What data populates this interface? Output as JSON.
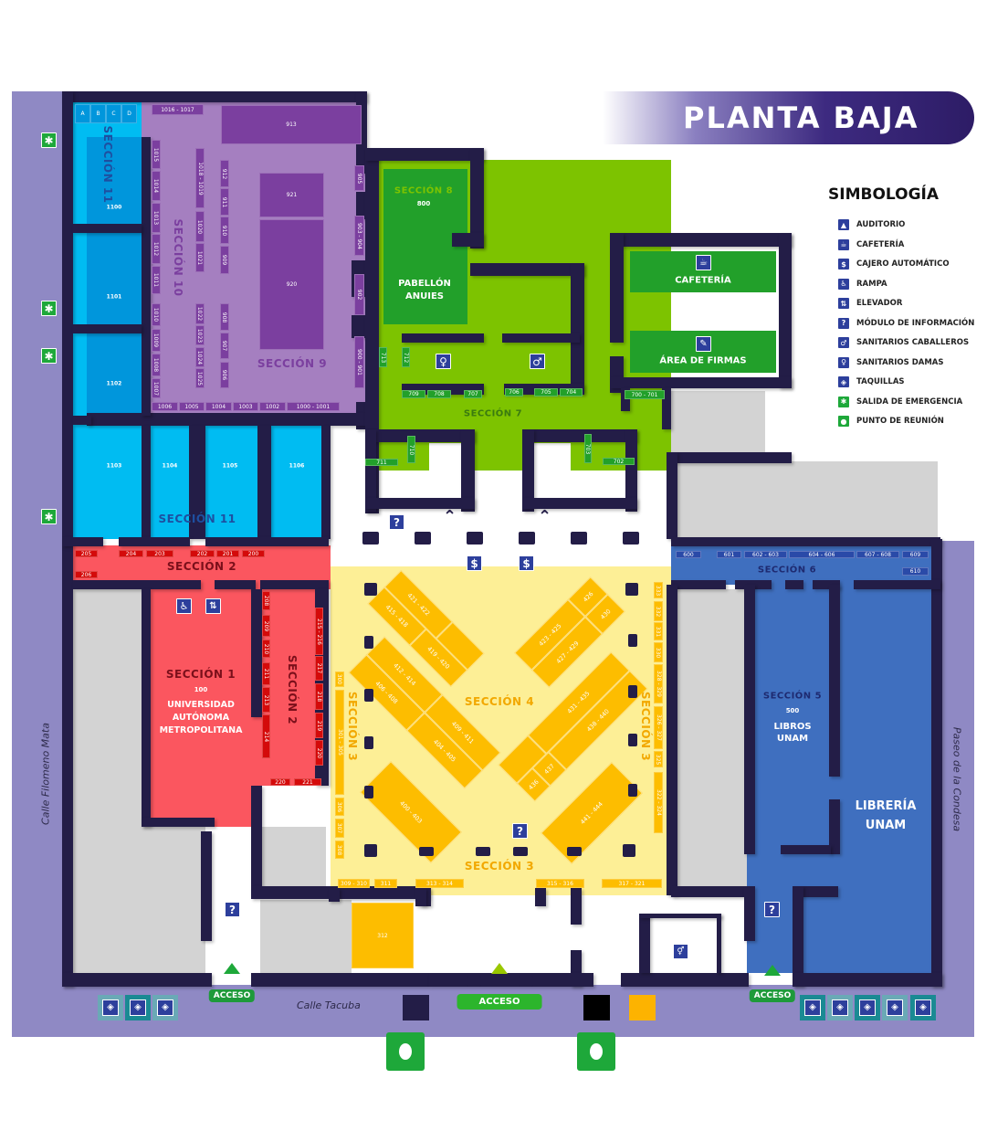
{
  "header": {
    "title": "PLANTA BAJA"
  },
  "legend": {
    "title": "SIMBOLOGÍA",
    "items": [
      {
        "label": "AUDITORIO",
        "icon": "auditorium-icon"
      },
      {
        "label": "CAFETERÍA",
        "icon": "coffee-icon"
      },
      {
        "label": "CAJERO AUTOMÁTICO",
        "icon": "atm-icon"
      },
      {
        "label": "RAMPA",
        "icon": "ramp-icon"
      },
      {
        "label": "ELEVADOR",
        "icon": "elevator-icon"
      },
      {
        "label": "MÓDULO DE INFORMACIÓN",
        "icon": "info-icon"
      },
      {
        "label": "SANITARIOS CABALLEROS",
        "icon": "mens-restroom-icon"
      },
      {
        "label": "SANITARIOS DAMAS",
        "icon": "womens-restroom-icon"
      },
      {
        "label": "TAQUILLAS",
        "icon": "ticket-icon"
      },
      {
        "label": "SALIDA DE EMERGENCIA",
        "icon": "emergency-exit-icon"
      },
      {
        "label": "PUNTO DE REUNIÓN",
        "icon": "meeting-point-icon"
      }
    ]
  },
  "streets": {
    "left": "Calle Filomeno Mata",
    "bottom": "Calle Tacuba",
    "right": "Paseo de la Condesa"
  },
  "sections": {
    "s1": {
      "title": "SECCIÓN 1",
      "number": "100",
      "name": "UNIVERSIDAD AUTÓNOMA METROPOLITANA"
    },
    "s2": "SECCIÓN 2",
    "s3": "SECCIÓN 3",
    "s4": "SECCIÓN 4",
    "s5": {
      "title": "SECCIÓN 5",
      "number": "500",
      "name": "LIBROS UNAM"
    },
    "s6": "SECCIÓN 6",
    "s7": "SECCIÓN 7",
    "s8": {
      "title": "SECCIÓN 8",
      "number": "800",
      "name": "PABELLÓN ANUIES"
    },
    "s9": "SECCIÓN 9",
    "s10": "SECCIÓN 10",
    "s11": "SECCIÓN 11",
    "cafeteria": "CAFETERÍA",
    "firmas": "ÁREA DE FIRMAS",
    "libreria": "LIBRERÍA UNAM"
  },
  "rooms11": [
    "1100",
    "1101",
    "1102",
    "1103",
    "1104",
    "1105",
    "1106"
  ],
  "booths": {
    "s9": [
      "913",
      "921",
      "920",
      "912",
      "911",
      "910",
      "909",
      "908",
      "907",
      "906",
      "905",
      "903 - 904",
      "902",
      "900 - 901"
    ],
    "s10": [
      "1016 - 1017",
      "1015",
      "1014",
      "1013",
      "1012",
      "1011",
      "1010",
      "1009",
      "1008",
      "1007",
      "1006",
      "1005",
      "1004",
      "1003",
      "1002",
      "1000 - 1001",
      "1018 - 1019",
      "1020",
      "1021",
      "1022",
      "1023",
      "1024",
      "1025"
    ],
    "s11": [
      "A",
      "B",
      "C",
      "D"
    ],
    "s7": [
      "713",
      "712",
      "709",
      "708",
      "707",
      "706",
      "705",
      "704",
      "710",
      "711",
      "703",
      "702",
      "700 - 701"
    ],
    "s2": [
      "205",
      "204",
      "203",
      "202",
      "201",
      "200",
      "206",
      "208",
      "209",
      "210",
      "211",
      "213",
      "214",
      "215 - 216",
      "217",
      "218",
      "219",
      "220",
      "220",
      "221"
    ],
    "s3": [
      "300",
      "301 - 305",
      "306",
      "307",
      "308",
      "309 - 310",
      "311",
      "313 - 314",
      "315 - 316",
      "317 - 321",
      "333",
      "332",
      "331",
      "330",
      "328 - 329",
      "326 - 327",
      "325",
      "322 - 324",
      "312"
    ],
    "s6": [
      "600",
      "601",
      "602 - 603",
      "604 - 606",
      "607 - 608",
      "609",
      "610"
    ],
    "s4": {
      "blockA": [
        "421 - 422",
        "415 - 418",
        "419 - 420"
      ],
      "blockB": [
        "412 - 414",
        "406 - 408",
        "409 - 411",
        "404 - 405"
      ],
      "blockC": [
        "400 - 403"
      ],
      "blockD": [
        "426",
        "430",
        "423 - 425",
        "427 - 429"
      ],
      "blockE": [
        "431 - 435",
        "438 - 440",
        "437",
        "436"
      ],
      "blockF": [
        "441 - 444"
      ]
    }
  },
  "access": {
    "label": "ACCESO"
  },
  "colors": {
    "walls": "#231d47",
    "s11": "#00bcf2",
    "s9": "#a57fc0",
    "s7": "#7dc300",
    "s2": "#fb565f",
    "s4": "#fdef96",
    "s5": "#3f6fbf",
    "street": "#8f89c4"
  }
}
